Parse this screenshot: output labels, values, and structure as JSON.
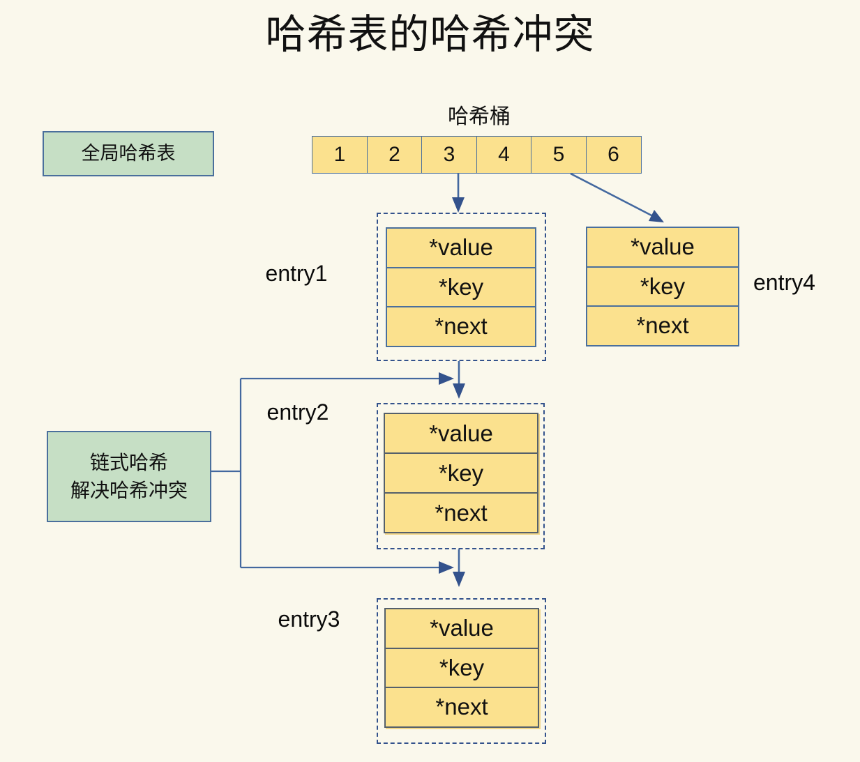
{
  "page": {
    "title": "哈希表的哈希冲突",
    "background_color": "#faf8ec"
  },
  "colors": {
    "background": "#faf8ec",
    "cell_fill": "#fbe18e",
    "cell_border": "#4a6f9c",
    "green_fill": "#c6dfc5",
    "green_border": "#4a6f9c",
    "connector": "#43689f",
    "dashed_border": "#33528c",
    "text": "#111111"
  },
  "labels": {
    "global_hash_table": "全局哈希表",
    "chained_hash": "链式哈希\n解决哈希冲突",
    "chained_hash_line1": "链式哈希",
    "chained_hash_line2": "解决哈希冲突",
    "hash_bucket": "哈希桶"
  },
  "bucket": {
    "title": "哈希桶",
    "cells": [
      "1",
      "2",
      "3",
      "4",
      "5",
      "6"
    ]
  },
  "entries": [
    {
      "id": "entry1",
      "label": "entry1",
      "label_side": "left",
      "dashed": true,
      "fields": [
        "*value",
        "*key",
        "*next"
      ]
    },
    {
      "id": "entry2",
      "label": "entry2",
      "label_side": "left",
      "dashed": true,
      "fields": [
        "*value",
        "*key",
        "*next"
      ]
    },
    {
      "id": "entry3",
      "label": "entry3",
      "label_side": "left",
      "dashed": true,
      "fields": [
        "*value",
        "*key",
        "*next"
      ]
    },
    {
      "id": "entry4",
      "label": "entry4",
      "label_side": "right",
      "dashed": false,
      "fields": [
        "*value",
        "*key",
        "*next"
      ]
    }
  ],
  "chart_data": {
    "type": "diagram",
    "title": "哈希表的哈希冲突",
    "nodes": [
      {
        "name": "全局哈希表",
        "kind": "annotation-box",
        "fill": "#c6dfc5"
      },
      {
        "name": "链式哈希 解决哈希冲突",
        "kind": "annotation-box",
        "fill": "#c6dfc5"
      },
      {
        "name": "哈希桶",
        "kind": "array",
        "slots": [
          "1",
          "2",
          "3",
          "4",
          "5",
          "6"
        ]
      },
      {
        "name": "entry1",
        "kind": "struct",
        "fields": [
          "*value",
          "*key",
          "*next"
        ]
      },
      {
        "name": "entry2",
        "kind": "struct",
        "fields": [
          "*value",
          "*key",
          "*next"
        ]
      },
      {
        "name": "entry3",
        "kind": "struct",
        "fields": [
          "*value",
          "*key",
          "*next"
        ]
      },
      {
        "name": "entry4",
        "kind": "struct",
        "fields": [
          "*value",
          "*key",
          "*next"
        ]
      }
    ],
    "edges": [
      {
        "from": "bucket-slot-3",
        "to": "entry1",
        "style": "solid-arrow-down"
      },
      {
        "from": "bucket-slot-5",
        "to": "entry4",
        "style": "solid-arrow-diagonal"
      },
      {
        "from": "entry1",
        "to": "entry2",
        "style": "solid-arrow-down"
      },
      {
        "from": "entry2",
        "to": "entry3",
        "style": "solid-arrow-down"
      },
      {
        "from": "链式哈希 解决哈希冲突",
        "to": "entry1-to-entry2-link",
        "style": "solid-arrow-right"
      },
      {
        "from": "链式哈希 解决哈希冲突",
        "to": "entry2-to-entry3-link",
        "style": "solid-arrow-right"
      }
    ]
  }
}
